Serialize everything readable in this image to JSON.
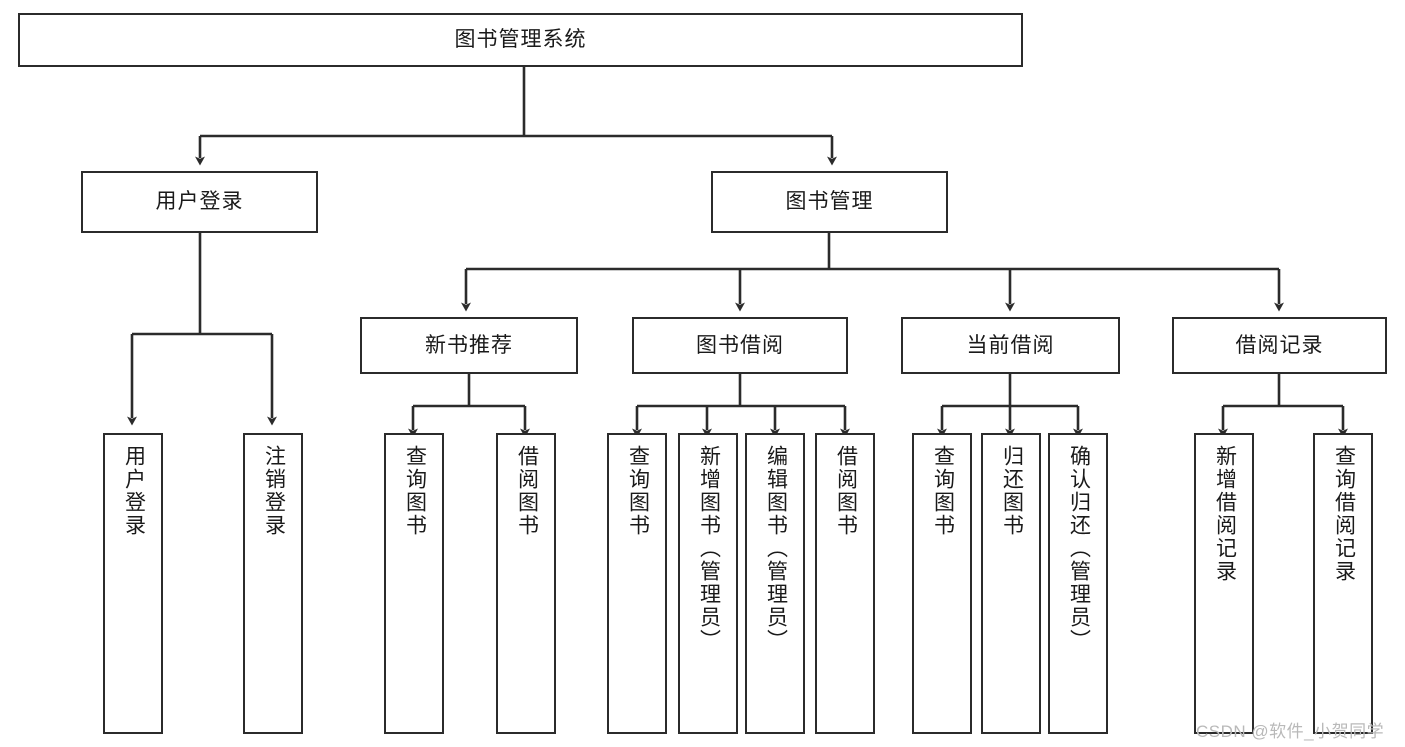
{
  "diagram": {
    "title": "图书管理系统",
    "watermark": "CSDN @软件_小贺同学",
    "accent_color": "#2b2b2b",
    "background_color": "#ffffff",
    "nodes": {
      "root": {
        "label": "图书管理系统"
      },
      "level1": [
        {
          "id": "user-login",
          "label": "用户登录"
        },
        {
          "id": "book-management",
          "label": "图书管理"
        }
      ],
      "level2": [
        {
          "id": "new-book-recommend",
          "label": "新书推荐"
        },
        {
          "id": "book-borrow",
          "label": "图书借阅"
        },
        {
          "id": "current-borrow",
          "label": "当前借阅"
        },
        {
          "id": "borrow-record",
          "label": "借阅记录"
        }
      ],
      "leaves": {
        "user_login": [
          {
            "id": "leaf-user-login",
            "label": "用户登录"
          },
          {
            "id": "leaf-logout",
            "label": "注销登录"
          }
        ],
        "new_book_recommend": [
          {
            "id": "leaf-query-book-1",
            "label": "查询图书"
          },
          {
            "id": "leaf-borrow-book-1",
            "label": "借阅图书"
          }
        ],
        "book_borrow": [
          {
            "id": "leaf-query-book-2",
            "label": "查询图书"
          },
          {
            "id": "leaf-add-book",
            "label": "新增图书（管理员）"
          },
          {
            "id": "leaf-edit-book",
            "label": "编辑图书（管理员）"
          },
          {
            "id": "leaf-borrow-book-2",
            "label": "借阅图书"
          }
        ],
        "current_borrow": [
          {
            "id": "leaf-query-book-3",
            "label": "查询图书"
          },
          {
            "id": "leaf-return-book",
            "label": "归还图书"
          },
          {
            "id": "leaf-confirm-return",
            "label": "确认归还（管理员）"
          }
        ],
        "borrow_record": [
          {
            "id": "leaf-add-record",
            "label": "新增借阅记录"
          },
          {
            "id": "leaf-query-record",
            "label": "查询借阅记录"
          }
        ]
      }
    }
  }
}
